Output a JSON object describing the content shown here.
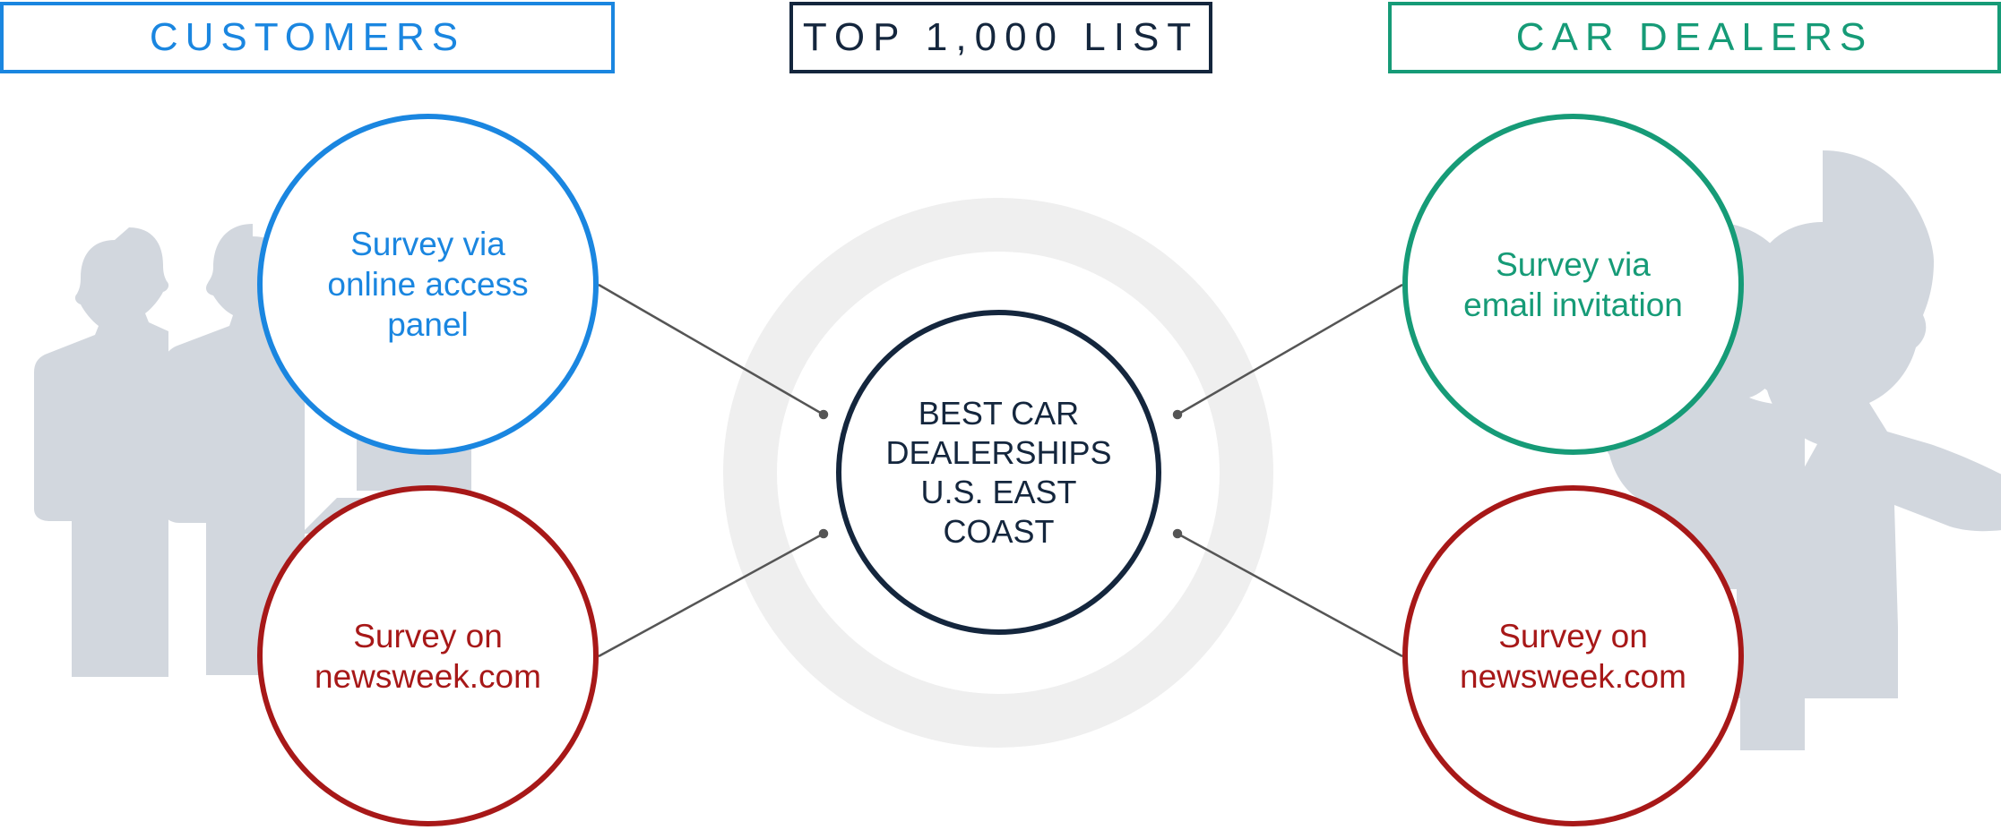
{
  "headers": {
    "customers": "CUSTOMERS",
    "top_list": "TOP 1,000 LIST",
    "car_dealers": "CAR DEALERS"
  },
  "nodes": {
    "customers_online": "Survey via\nonline access\npanel",
    "customers_newsweek": "Survey on\nnewsweek.com",
    "dealers_email": "Survey via\nemail invitation",
    "dealers_newsweek": "Survey on\nnewsweek.com",
    "center": "BEST CAR\nDEALERSHIPS\nU.S. EAST\nCOAST"
  },
  "colors": {
    "customers_blue": "#1a86e0",
    "dealers_green": "#169b77",
    "newsweek_red": "#a71818",
    "center_navy": "#14263d",
    "silhouette_gray": "#d2d7de",
    "ring_gray": "#efefef",
    "connector_gray": "#555555"
  },
  "icons": [
    "people-silhouette-left-icon",
    "people-silhouette-right-icon"
  ]
}
